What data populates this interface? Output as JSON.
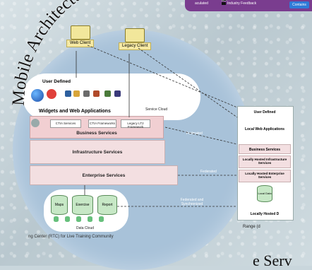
{
  "top_strip": {
    "legend_a": "aculated",
    "legend_b": "Industry Feedback",
    "pill": "Contains"
  },
  "title": "Mobile Architecture Framework (MAF)",
  "clients": {
    "web": "Web Client",
    "legacy": "Legacy Client"
  },
  "service_cloud": {
    "label": "Service Cloud",
    "user_defined": "User Defined",
    "widgets": "Widgets and Web Applications"
  },
  "business": {
    "title": "Business Services",
    "subs": [
      "CTIA Services",
      "CTIA Frameworks",
      "Legacy LT2 Framework"
    ]
  },
  "infrastructure": "Infrastructure Services",
  "enterprise": "Enterprise Services",
  "data_cloud": {
    "label": "Data Cloud",
    "stores": [
      "Maps",
      "Exercise",
      "Report"
    ]
  },
  "links": {
    "federated_1": "Federated",
    "federated_2": "Federated",
    "federated_sync": "Federated and Synchronized"
  },
  "right_panel": {
    "user_defined": "User Defined",
    "local_apps": "Local Web Applications",
    "business": "Business Services",
    "infra": "Locally Hosted Infrastructure Services",
    "enterprise": "Locally Hosted Enterprise Services",
    "local_data": "Local Data",
    "locally_hosted": "Locally Hosted D",
    "range": "Range (d"
  },
  "bottom_text": "ng Center (RTC) for Live Training Community",
  "corner_text": "e Serv"
}
